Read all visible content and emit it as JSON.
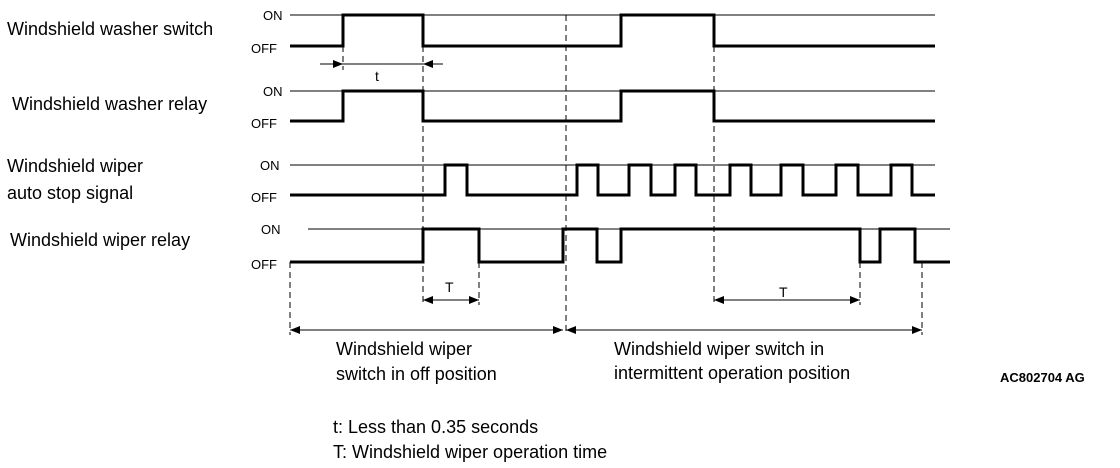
{
  "signals": [
    {
      "name": "Windshield washer switch",
      "label_lines": [
        "Windshield washer switch"
      ],
      "on_label": "ON",
      "off_label": "OFF"
    },
    {
      "name": "Windshield washer relay",
      "label_lines": [
        "Windshield washer relay"
      ],
      "on_label": "ON",
      "off_label": "OFF"
    },
    {
      "name": "Windshield wiper auto stop signal",
      "label_lines": [
        "Windshield wiper",
        "auto stop signal"
      ],
      "on_label": "ON",
      "off_label": "OFF"
    },
    {
      "name": "Windshield wiper relay",
      "label_lines": [
        "Windshield wiper relay"
      ],
      "on_label": "ON",
      "off_label": "OFF"
    }
  ],
  "dimensions": {
    "t_label": "t",
    "T_label": "T"
  },
  "regions": {
    "off": [
      "Windshield wiper",
      "switch in off position"
    ],
    "intermittent": [
      "Windshield wiper switch in",
      "intermittent operation position"
    ]
  },
  "code": "AC802704 AG",
  "legend": [
    "t: Less than 0.35 seconds",
    "T: Windshield wiper operation time"
  ]
}
